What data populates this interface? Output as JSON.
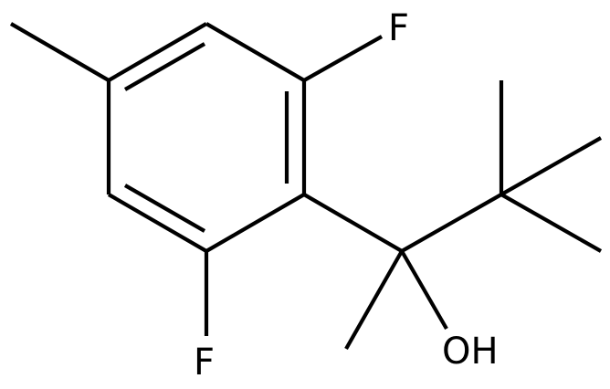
{
  "molecule": {
    "atoms": {
      "fluorine_top": "F",
      "fluorine_bottom": "F",
      "hydroxyl": "OH"
    }
  }
}
